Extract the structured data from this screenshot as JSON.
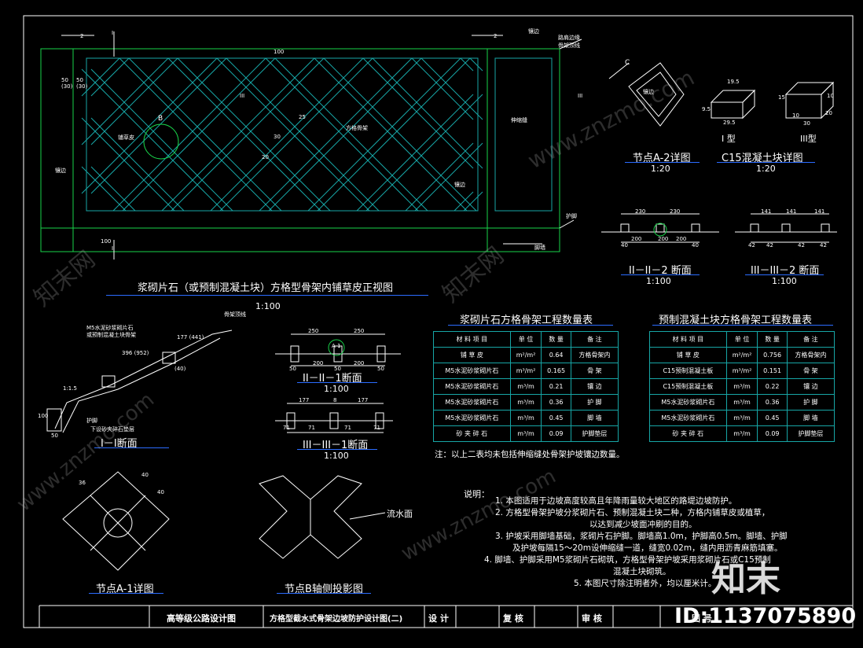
{
  "main_view": {
    "title": "浆砌片石（或预制混凝土块）方格型骨架内铺草皮正视图",
    "scale": "1:100",
    "labels": {
      "section_I": "I",
      "section_III": "III",
      "node_B": "B",
      "dim_2_left": "2",
      "dim_2_right": "2",
      "dim_50_30_a": "50\n(30)",
      "dim_50_30_b": "50\n(30)",
      "dim_100_top": "100",
      "dim_100_bottom": "100",
      "dim_25": "25",
      "dim_30": "30",
      "dim_20": "20",
      "grass": "铺草皮",
      "grid_frame": "方格骨架",
      "expansion_joint": "伸缩缝",
      "edge_left": "镶边",
      "edge_right": "镶边",
      "edge_top": "镶边",
      "paved_top": "路肩边缘",
      "slope_top": "骨架顶线",
      "foot": "护脚",
      "foot_wall": "脚墙"
    }
  },
  "detail_A2": {
    "title": "节点A-2详图",
    "scale": "1:20",
    "label_c": "C",
    "label_edge": "镶边"
  },
  "c15_block": {
    "title": "C15混凝土块详图",
    "scale": "1:20",
    "type1": "I 型",
    "type3": "III型",
    "dims": [
      "19.5",
      "9.5",
      "29.5",
      "15",
      "10",
      "30",
      "20",
      "10"
    ]
  },
  "section_II2": {
    "title": "II－II－2 断面",
    "scale": "1:100",
    "dims": [
      "230",
      "230",
      "200",
      "200",
      "200",
      "40",
      "40"
    ]
  },
  "section_III2": {
    "title": "III－III－2 断面",
    "scale": "1:100",
    "dims": [
      "141",
      "141",
      "141",
      "42",
      "42",
      "42",
      "42"
    ]
  },
  "section_I_I": {
    "title": "I－I断面",
    "labels": {
      "mortar": "M5水泥砂浆砌片石",
      "precast": "或预制混凝土块骨架",
      "slope_top": "骨架顶线",
      "foot": "护脚",
      "cushion": "下设砂夹碎石垫层",
      "dim_a": "1:1.5",
      "dim_b": "177 (441)",
      "dim_c": "396 (952)",
      "dim_d": "(40)",
      "dim_e": "100",
      "dim_f": "50"
    }
  },
  "view_scale_1": "1:100",
  "section_II1": {
    "title": "II－II－1断面",
    "scale": "1:100",
    "dims": [
      "250",
      "250",
      "50",
      "50",
      "200",
      "200",
      "50"
    ],
    "label": "A-1"
  },
  "section_III1": {
    "title": "III－III－1断面",
    "scale": "1:100",
    "dims": [
      "177",
      "177",
      "71",
      "71",
      "71",
      "71",
      "8"
    ]
  },
  "detail_A1": {
    "title": "节点A-1详图",
    "dims": [
      "36",
      "40",
      "40"
    ]
  },
  "detail_B": {
    "title": "节点B轴侧投影图",
    "label": "流水面"
  },
  "table_stone": {
    "title": "浆砌片石方格骨架工程数量表",
    "header": [
      "材 料 项 目",
      "单 位",
      "数 量",
      "备 注"
    ],
    "rows": [
      [
        "铺 草 皮",
        "m²/m²",
        "0.64",
        "方格骨架内"
      ],
      [
        "M5水泥砂浆砌片石",
        "m³/m²",
        "0.165",
        "骨 架"
      ],
      [
        "M5水泥砂浆砌片石",
        "m³/m",
        "0.21",
        "镶 边"
      ],
      [
        "M5水泥砂浆砌片石",
        "m³/m",
        "0.36",
        "护 脚"
      ],
      [
        "M5水泥砂浆砌片石",
        "m³/m",
        "0.45",
        "脚 墙"
      ],
      [
        "砂 夹 碎 石",
        "m³/m",
        "0.09",
        "护脚垫层"
      ]
    ]
  },
  "table_block": {
    "title": "预制混凝土块方格骨架工程数量表",
    "header": [
      "材 料 项 目",
      "单 位",
      "数 量",
      "备 注"
    ],
    "rows": [
      [
        "铺 草 皮",
        "m²/m²",
        "0.756",
        "方格骨架内"
      ],
      [
        "C15预制混凝土板",
        "m³/m²",
        "0.151",
        "骨 架"
      ],
      [
        "C15预制混凝土板",
        "m³/m",
        "0.22",
        "镶 边"
      ],
      [
        "M5水泥砂浆砌片石",
        "m³/m",
        "0.36",
        "护 脚"
      ],
      [
        "M5水泥砂浆砌片石",
        "m³/m",
        "0.45",
        "脚 墙"
      ],
      [
        "砂 夹 碎 石",
        "m³/m",
        "0.09",
        "护脚垫层"
      ]
    ]
  },
  "table_note": "注：以上二表均未包括伸缩缝处骨架护坡镶边数量。",
  "notes": {
    "heading": "说明：",
    "lines": [
      "1. 本图适用于边坡高度较高且年降雨量较大地区的路堤边坡防护。",
      "2. 方格型骨架护坡分浆砌片石、预制混凝土块二种，方格内铺草皮或植草，",
      "以达到减少坡面冲刷的目的。",
      "3. 护坡采用脚墙基础，浆砌片石护脚。脚墙高1.0m，护脚高0.5m。脚墙、护脚",
      "及护坡每隔15～20m设伸缩缝一道，缝宽0.02m，缝内用沥青麻筋填塞。",
      "4. 脚墙、护脚采用M5浆砌片石砌筑，方格型骨架护坡采用浆砌片石或C15预制",
      "混凝土块砌筑。",
      "5. 本图尺寸除注明者外，均以厘米计。"
    ]
  },
  "title_block": {
    "project": "高等级公路设计图",
    "drawing": "方格型截水式骨架边坡防护设计图(二)",
    "design": "设 计",
    "review": "复 核",
    "approve": "审 核",
    "chart": "图 号"
  },
  "watermarks": {
    "logo": "知末",
    "id": "ID:1137075890",
    "site": "www.znzmo.com",
    "brand": "知末网"
  },
  "colors": {
    "background": "#000000",
    "line_cyan": "#17a6a6",
    "line_green": "#19d34a",
    "text": "#ffffff",
    "underline_blue": "#2b6cff"
  }
}
